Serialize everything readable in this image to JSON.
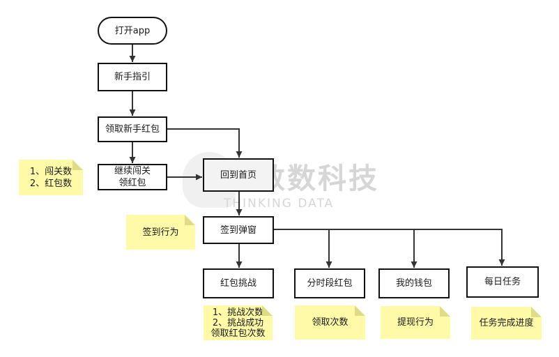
{
  "nodes": {
    "open_app": "打开app",
    "newbie_guide": "新手指引",
    "claim_newbie_redpacket": "领取新手红包",
    "continue_level": "继续闯关\n领红包",
    "back_home": "回到首页",
    "checkin_popup": "签到弹窗",
    "redpacket_challenge": "红包挑战",
    "timed_redpacket": "分时段红包",
    "my_wallet": "我的钱包",
    "daily_tasks": "每日任务"
  },
  "notes": {
    "level_metrics": "1、闯关数\n2、红包数",
    "checkin_behavior": "签到行为",
    "challenge_metrics": "1、挑战次数\n2、挑战成功\n领取红包次数",
    "claim_count": "领取次数",
    "withdraw_behavior": "提现行为",
    "task_progress": "任务完成进度"
  },
  "watermark": {
    "cn": "数数科技",
    "en": "THINKING DATA"
  },
  "colors": {
    "note_fill": "#fefaa8",
    "note_fold": "#e0dc86",
    "box_border": "#111111",
    "home_fill": "#f3f3f3",
    "watermark": "#d6d6d6"
  }
}
